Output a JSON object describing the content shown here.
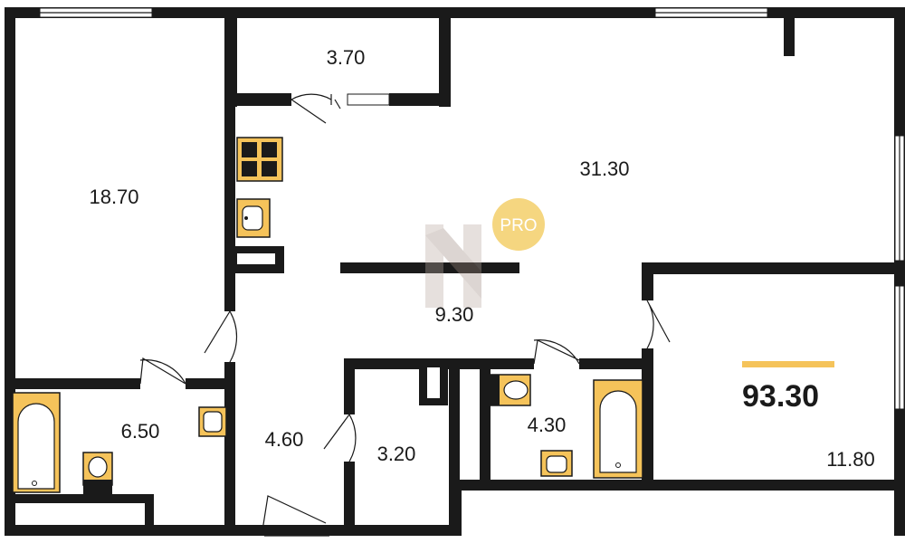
{
  "rooms": {
    "bedroom": "18.70",
    "storage_top": "3.70",
    "living": "31.30",
    "hall": "9.30",
    "bathroom_left": "6.50",
    "corridor": "4.60",
    "closet": "3.20",
    "bathroom_right": "4.30",
    "bedroom_right": "11.80"
  },
  "total_area": "93.30",
  "badge": {
    "text": "PRO",
    "color": "#f5d680"
  },
  "accent_color": "#f5c35a",
  "wall_color": "#1a1a1a",
  "logo_name": "h-logo-watermark"
}
